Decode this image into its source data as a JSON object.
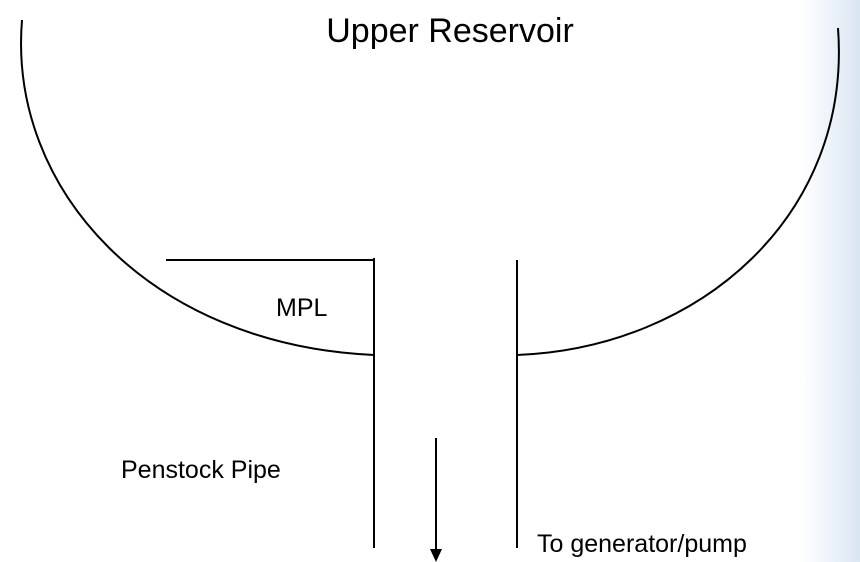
{
  "labels": {
    "reservoir": "Upper Reservoir",
    "mpl": "MPL",
    "penstock": "Penstock Pipe",
    "outlet": "To generator/pump"
  },
  "colors": {
    "line": "#000000",
    "background": "#ffffff",
    "edge_tint": "#dbe6f3"
  }
}
